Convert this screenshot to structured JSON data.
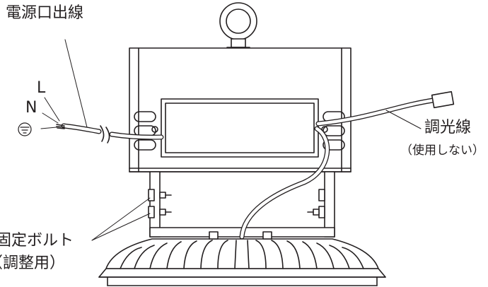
{
  "labels": {
    "power_cable": "電源口出線",
    "line": "L",
    "neutral": "N",
    "dimming_cable": "調光線",
    "dimming_note": "（使用しない）",
    "fixing_bolt": "固定ボルト",
    "adjust_note": "（調整用）"
  },
  "icons": {
    "ground": "ground-symbol-icon"
  },
  "colors": {
    "line": "#231f20",
    "background": "#ffffff"
  }
}
